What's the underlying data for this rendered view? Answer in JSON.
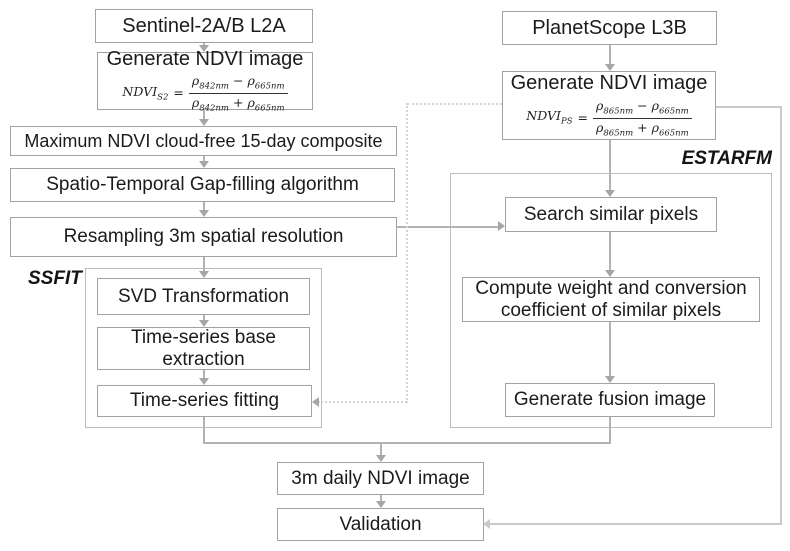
{
  "diagram": {
    "title": "NDVI fusion workflow flowchart",
    "nodes": {
      "sentinel": "Sentinel-2A/B L2A",
      "gen_ndvi_s2_title": "Generate NDVI image",
      "max_composite": "Maximum NDVI cloud-free 15-day composite",
      "gap_filling": "Spatio-Temporal Gap-filling algorithm",
      "resampling": "Resampling 3m spatial resolution",
      "svd": "SVD Transformation",
      "ts_base": "Time-series base extraction",
      "ts_fitting": "Time-series fitting",
      "planetscope": "PlanetScope L3B",
      "gen_ndvi_ps_title": "Generate NDVI image",
      "search_pixels": "Search similar pixels",
      "compute_weight": "Compute weight and conversion coefficient of similar pixels",
      "fusion": "Generate fusion image",
      "daily_ndvi": "3m daily NDVI image",
      "validation": "Validation"
    },
    "groups": {
      "ssfit": "SSFIT",
      "estarfm": "ESTARFM"
    },
    "formulas": {
      "s2": {
        "lhs": "NDVI",
        "sub": "S2",
        "eq": "=",
        "num_t1": "ρ",
        "num_t1_sub": "842nm",
        "minus": "−",
        "num_t2": "ρ",
        "num_t2_sub": "665nm",
        "den_t1": "ρ",
        "den_t1_sub": "842nm",
        "plus": "+",
        "den_t2": "ρ",
        "den_t2_sub": "665nm"
      },
      "ps": {
        "lhs": "NDVI",
        "sub": "PS",
        "eq": "=",
        "num_t1": "ρ",
        "num_t1_sub": "865nm",
        "minus": "−",
        "num_t2": "ρ",
        "num_t2_sub": "665nm",
        "den_t1": "ρ",
        "den_t1_sub": "865nm",
        "plus": "+",
        "den_t2": "ρ",
        "den_t2_sub": "665nm"
      }
    },
    "colors": {
      "background": "#ffffff",
      "box_border": "#a2a2a2",
      "group_border": "#bcbcbc",
      "connector": "#b3b3b3",
      "connector_light": "#c9c9c9",
      "dotted_connector": "#d4d4d4",
      "text": "#1b1b1b"
    }
  }
}
